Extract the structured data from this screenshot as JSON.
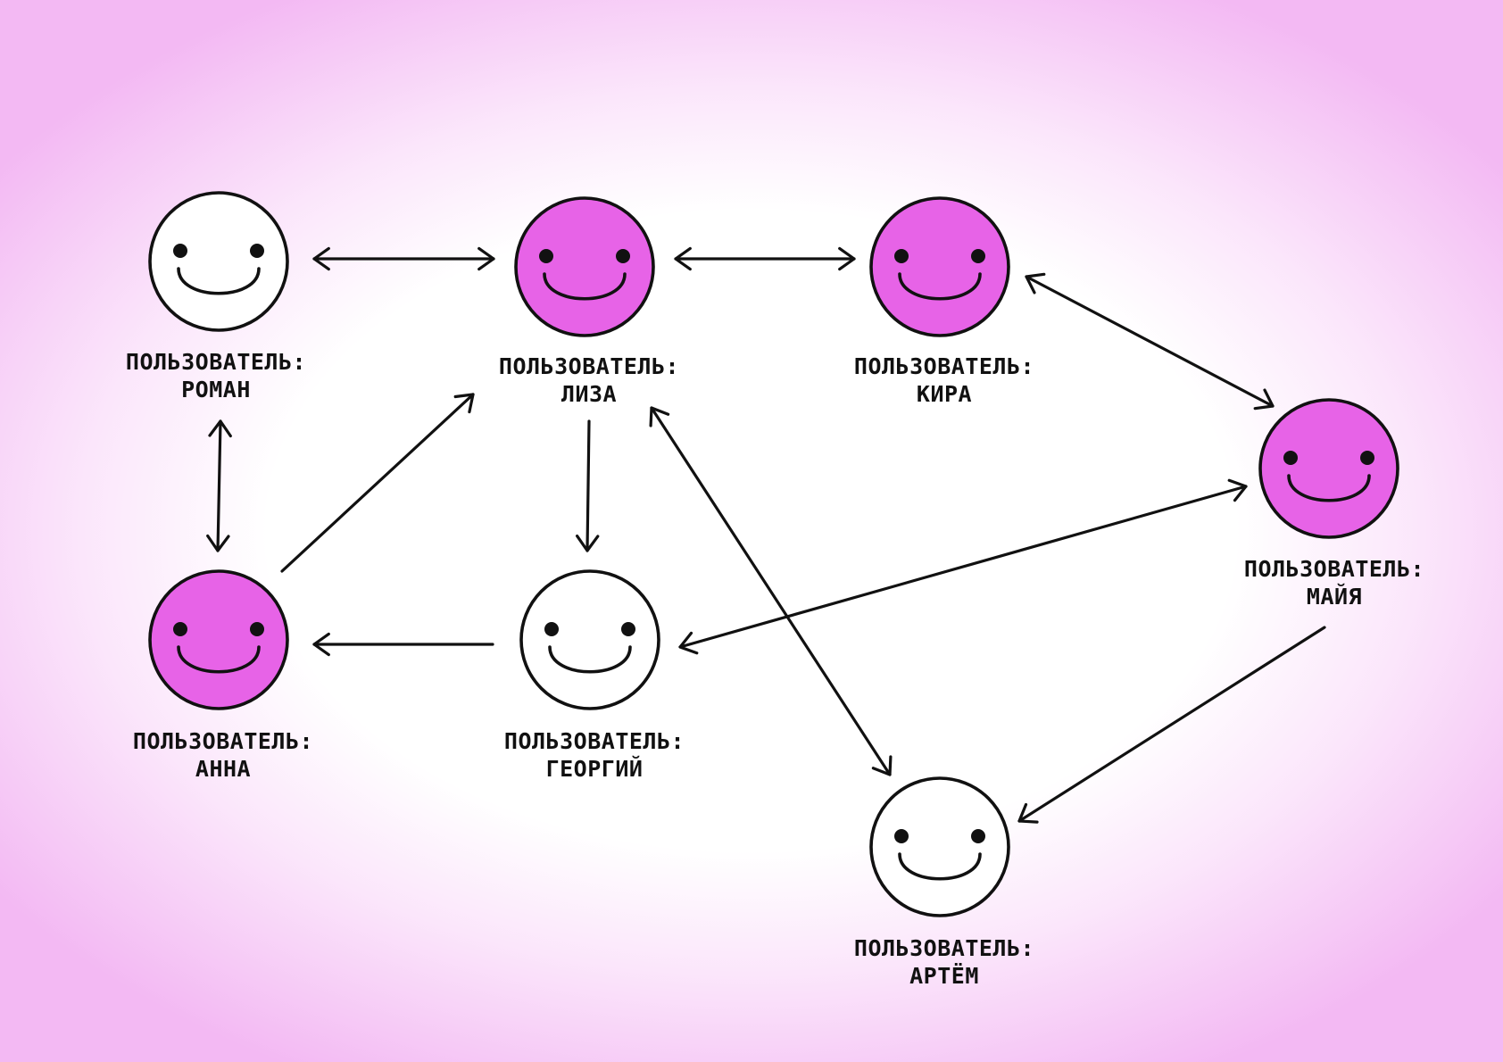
{
  "colors": {
    "active_fill": "#e763e7",
    "inactive_fill": "#ffffff",
    "stroke": "#111111"
  },
  "icon": "smiley-face-icon",
  "label_prefix": "ПОЛЬЗОВАТЕЛЬ:",
  "users": [
    {
      "id": "roman",
      "name": "РОМАН",
      "active": false
    },
    {
      "id": "liza",
      "name": "ЛИЗА",
      "active": true
    },
    {
      "id": "kira",
      "name": "КИРА",
      "active": true
    },
    {
      "id": "maya",
      "name": "МАЙЯ",
      "active": true
    },
    {
      "id": "anna",
      "name": "АННА",
      "active": true
    },
    {
      "id": "georgiy",
      "name": "ГЕОРГИЙ",
      "active": false
    },
    {
      "id": "artem",
      "name": "АРТЁМ",
      "active": false
    }
  ],
  "connections": [
    {
      "from": "roman",
      "to": "liza",
      "direction": "both"
    },
    {
      "from": "liza",
      "to": "kira",
      "direction": "both"
    },
    {
      "from": "kira",
      "to": "maya",
      "direction": "both"
    },
    {
      "from": "roman",
      "to": "anna",
      "direction": "both"
    },
    {
      "from": "anna",
      "to": "liza",
      "direction": "forward"
    },
    {
      "from": "liza",
      "to": "georgiy",
      "direction": "forward"
    },
    {
      "from": "liza",
      "to": "artem",
      "direction": "both"
    },
    {
      "from": "georgiy",
      "to": "anna",
      "direction": "forward"
    },
    {
      "from": "maya",
      "to": "georgiy",
      "direction": "both"
    },
    {
      "from": "maya",
      "to": "artem",
      "direction": "forward"
    }
  ]
}
